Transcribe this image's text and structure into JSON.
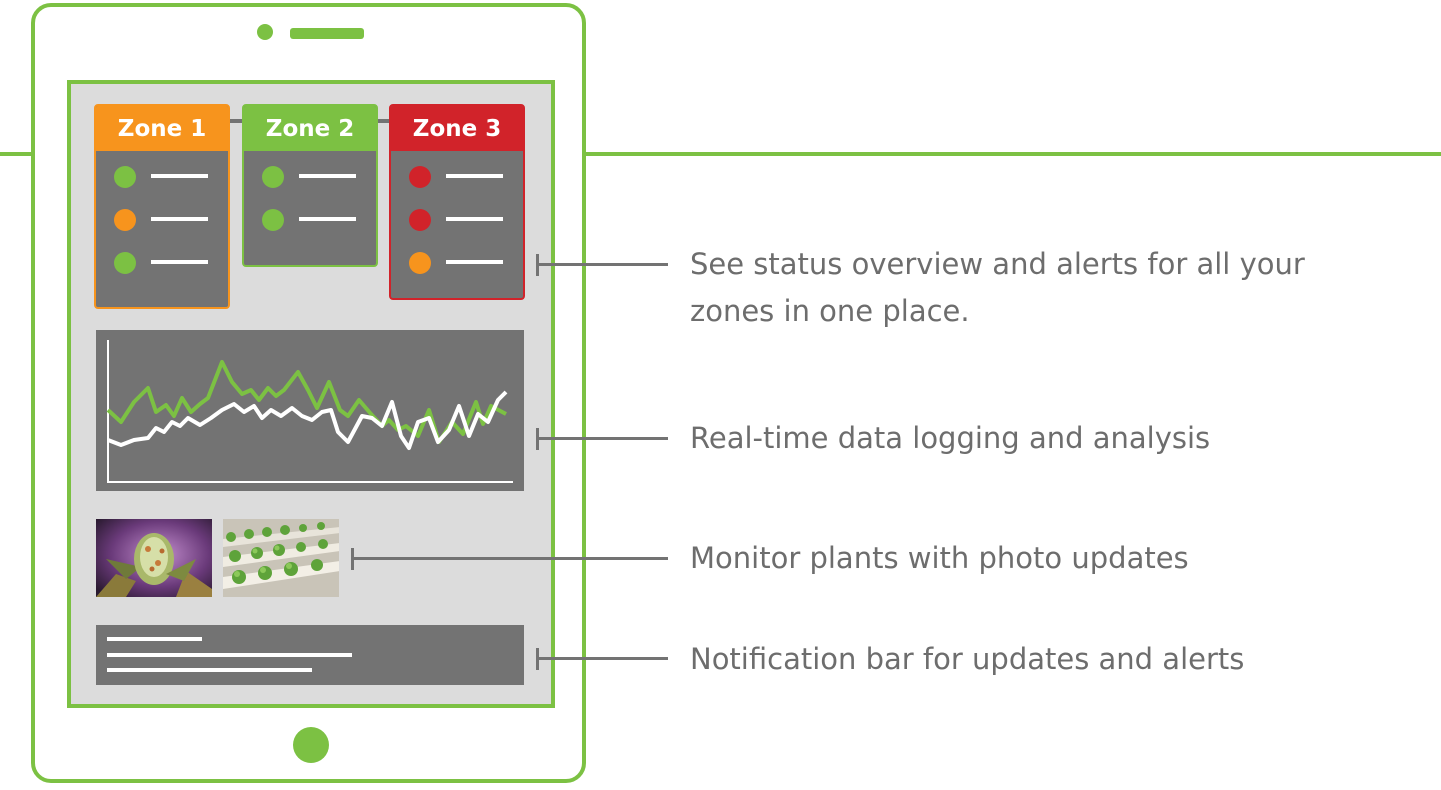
{
  "zones": [
    {
      "name": "Zone 1",
      "color": "#f7941d",
      "statuses": [
        "#7cc143",
        "#f7941d",
        "#7cc143"
      ]
    },
    {
      "name": "Zone 2",
      "color": "#7cc143",
      "statuses": [
        "#7cc143",
        "#7cc143"
      ]
    },
    {
      "name": "Zone 3",
      "color": "#d1232a",
      "statuses": [
        "#d1232a",
        "#d1232a",
        "#f7941d"
      ]
    }
  ],
  "features": [
    "See status overview and alerts for all your zones in one place.",
    "Real-time data logging and analysis",
    "Monitor plants with photo updates",
    "Notification bar for updates and alerts"
  ],
  "colors": {
    "accent": "#7cc143",
    "panel": "#737373",
    "screen": "#dcdcdc",
    "text": "#6d6d6d"
  },
  "photos": [
    "cannabis-bud-photo",
    "hydroponic-lettuce-photo"
  ]
}
